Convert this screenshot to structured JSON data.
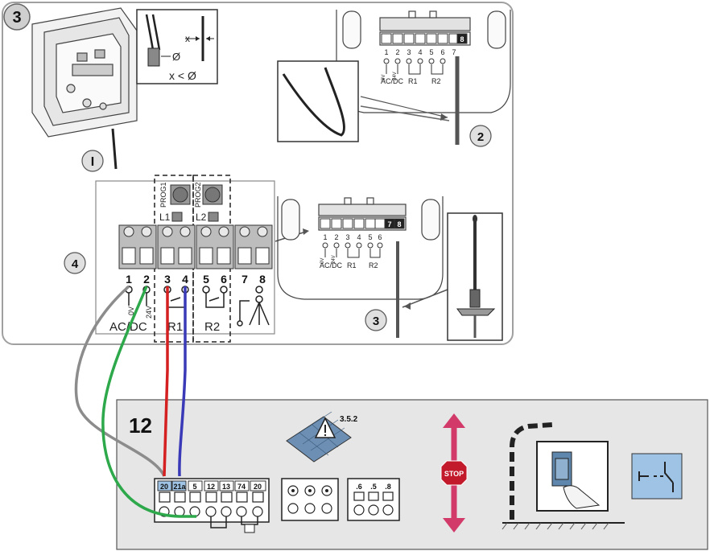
{
  "top_panel": {
    "step_badge": "3",
    "step_i": "I",
    "step_2": "2",
    "step_3": "3",
    "step_4": "4",
    "inset_x_label": "x",
    "inset_d_label": "Ø",
    "inset_rule": "x < Ø",
    "main_terminal_numbers": [
      "1",
      "2",
      "3",
      "4",
      "5",
      "6",
      "7",
      "8"
    ],
    "main_labels": {
      "prog1": "PROG1",
      "prog2": "PROG2",
      "l1": "L1",
      "l2": "L2",
      "v0": "0V",
      "v24": "24V",
      "acdc": "AC/DC",
      "r1": "R1",
      "r2": "R2"
    },
    "mini_terminal_numbers": [
      "1",
      "2",
      "3",
      "4",
      "5",
      "6",
      "7"
    ],
    "mini_acdc": "AC/DC",
    "mini_r1": "R1",
    "mini_r2": "R2",
    "mini_v0": "0V",
    "mini_v24": "24V",
    "mini_badge_8": "8",
    "mini_badge_7": "7"
  },
  "bottom_panel": {
    "number": "12",
    "warning_ref": "3.5.2",
    "stop_text": "STOP",
    "terminals_main": [
      "20",
      "21a",
      "5",
      "12",
      "13",
      "74",
      "20"
    ],
    "terminals_small": [
      ".6",
      ".5",
      ".8"
    ]
  },
  "wires": {
    "gray": "#8c8c8c",
    "green": "#2da84a",
    "red": "#d42020",
    "blue": "#3a3ab8"
  }
}
